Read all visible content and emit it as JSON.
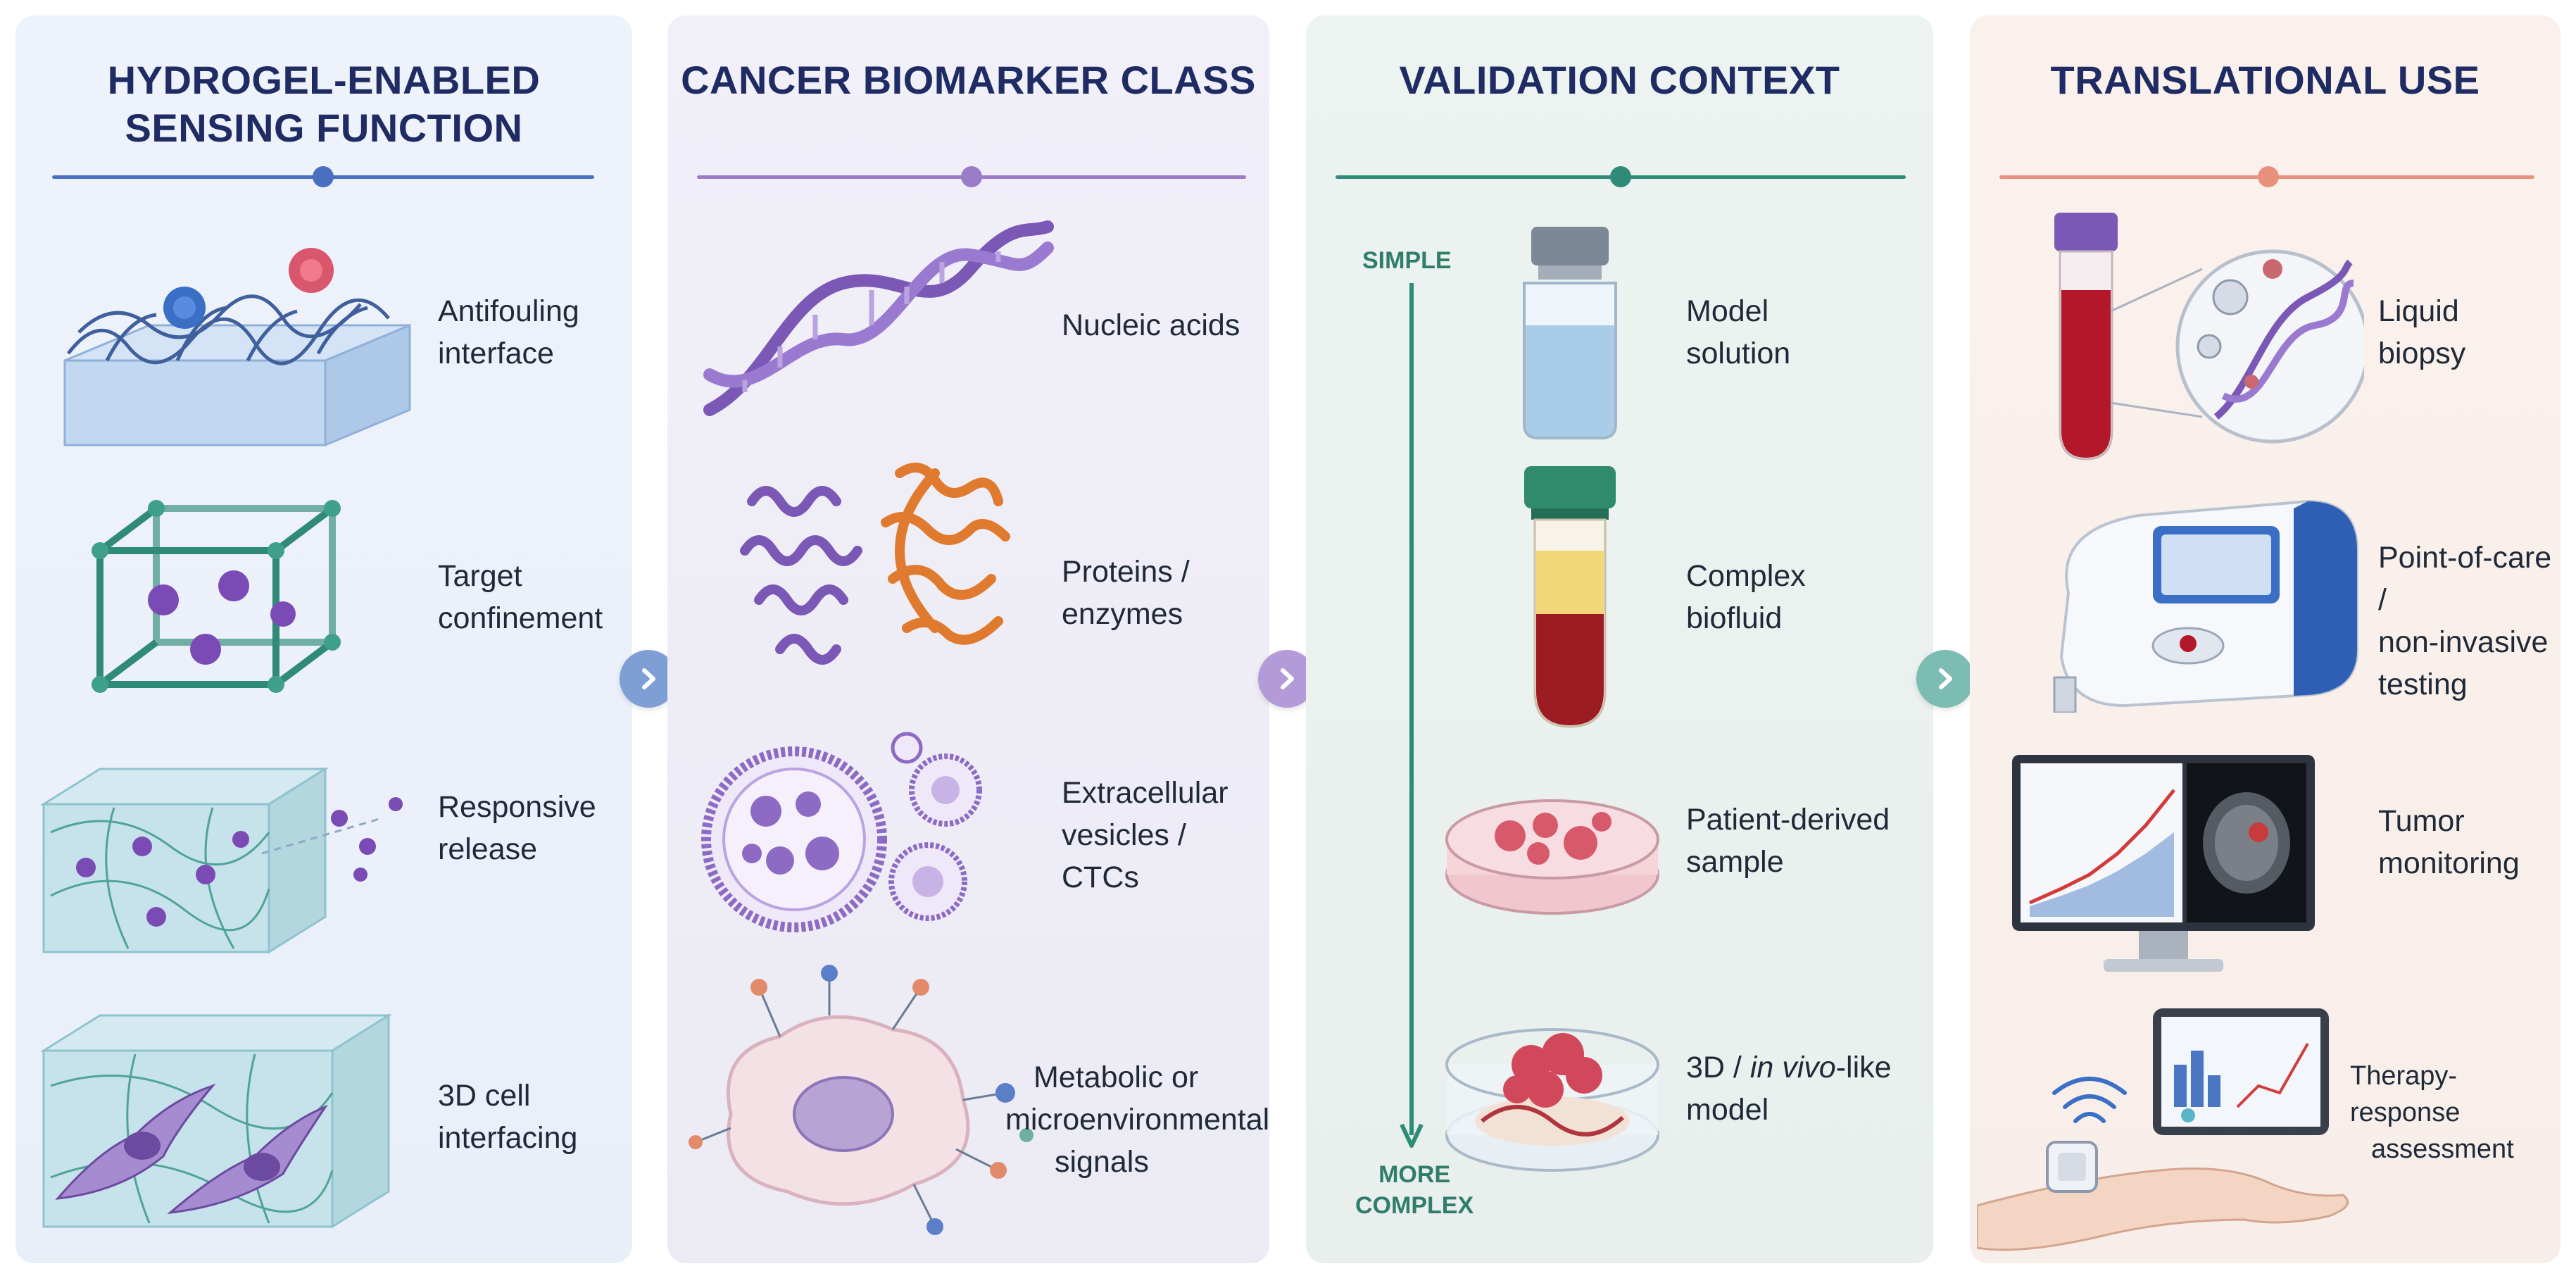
{
  "colors": {
    "panel1_accent": "#4a6fc1",
    "panel2_accent": "#9b7cc7",
    "panel3_accent": "#2f8b78",
    "panel4_accent": "#e8927e",
    "title": "#1e2c63"
  },
  "columns": [
    {
      "title_line1": "HYDROGEL-ENABLED",
      "title_line2": "SENSING FUNCTION",
      "items": [
        {
          "line1": "Antifouling",
          "line2": "interface",
          "icon": "hydrogel-mesh-slab-icon"
        },
        {
          "line1": "Target",
          "line2": "confinement",
          "icon": "lattice-cube-icon"
        },
        {
          "line1": "Responsive",
          "line2": "release",
          "icon": "gel-release-block-icon"
        },
        {
          "line1": "3D cell",
          "line2": "interfacing",
          "icon": "cells-in-gel-block-icon"
        }
      ]
    },
    {
      "title_line1": "CANCER BIOMARKER CLASS",
      "items": [
        {
          "line1": "Nucleic acids",
          "icon": "dna-helix-icon"
        },
        {
          "line1": "Proteins /",
          "line2": "enzymes",
          "icon": "protein-structure-icon"
        },
        {
          "line1": "Extracellular",
          "line2": "vesicles /",
          "line3": "CTCs",
          "icon": "vesicle-icon"
        },
        {
          "line1": "Metabolic or",
          "line2": "microenvironmental",
          "line3": "signals",
          "icon": "cell-signals-icon"
        }
      ]
    },
    {
      "title_line1": "VALIDATION CONTEXT",
      "axis_top": "SIMPLE",
      "axis_bottom_line1": "MORE",
      "axis_bottom_line2": "COMPLEX",
      "items": [
        {
          "line1": "Model",
          "line2": "solution",
          "icon": "vial-icon"
        },
        {
          "line1": "Complex",
          "line2": "biofluid",
          "icon": "blood-tube-icon"
        },
        {
          "line1": "Patient-derived",
          "line2": "sample",
          "icon": "petri-dish-icon"
        },
        {
          "line1": "3D / ",
          "line1_italic": "in vivo",
          "line1_tail": "-like",
          "line2": "model",
          "icon": "tissue-dish-icon"
        }
      ]
    },
    {
      "title_line1": "TRANSLATIONAL USE",
      "items": [
        {
          "line1": "Liquid",
          "line2": "biopsy",
          "icon": "blood-tube-magnifier-icon"
        },
        {
          "line1": "Point-of-care /",
          "line2": "non-invasive",
          "line3": "testing",
          "icon": "poc-device-icon"
        },
        {
          "line1": "Tumor",
          "line2": "monitoring",
          "icon": "monitor-icon"
        },
        {
          "line1": "Therapy-response",
          "line2": "assessment",
          "icon": "wearable-tablet-icon"
        }
      ]
    }
  ]
}
